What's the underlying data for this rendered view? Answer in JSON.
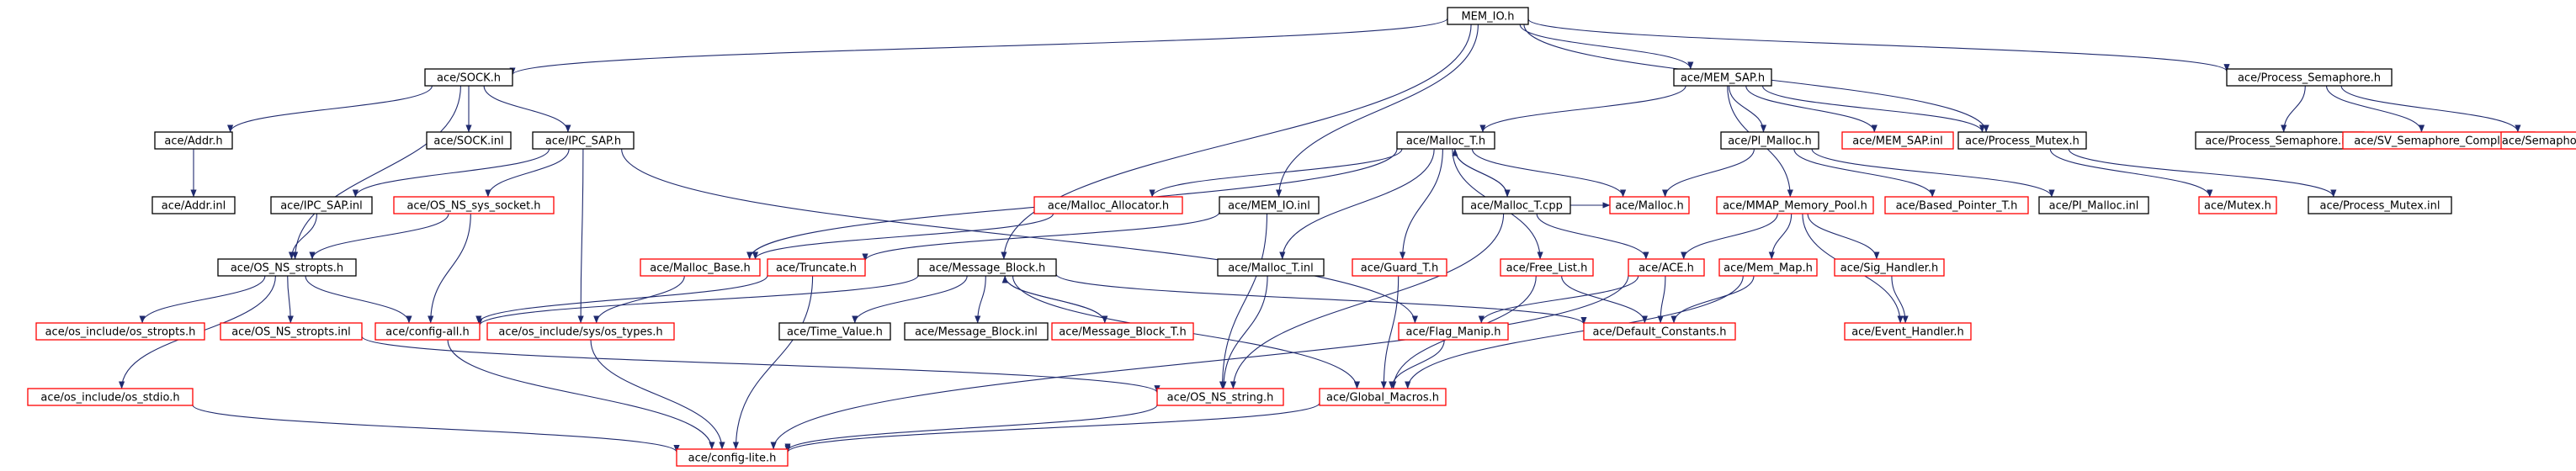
{
  "diagram": {
    "colors": {
      "edge": "#1f2a6e",
      "root_fill": "#bfbfbf",
      "doc_border": "#000000",
      "undoc_border": "#ff0000"
    },
    "nodes": [
      {
        "id": "mem_io_h",
        "label": "MEM_IO.h",
        "kind": "root"
      },
      {
        "id": "sock_h",
        "label": "ace/SOCK.h",
        "kind": "doc"
      },
      {
        "id": "mem_sap_h",
        "label": "ace/MEM_SAP.h",
        "kind": "doc"
      },
      {
        "id": "proc_sema_h",
        "label": "ace/Process_Semaphore.h",
        "kind": "doc"
      },
      {
        "id": "addr_h",
        "label": "ace/Addr.h",
        "kind": "doc"
      },
      {
        "id": "sock_inl",
        "label": "ace/SOCK.inl",
        "kind": "doc"
      },
      {
        "id": "ipc_sap_h",
        "label": "ace/IPC_SAP.h",
        "kind": "doc"
      },
      {
        "id": "malloc_t_h",
        "label": "ace/Malloc_T.h",
        "kind": "doc"
      },
      {
        "id": "pi_malloc_h",
        "label": "ace/PI_Malloc.h",
        "kind": "doc"
      },
      {
        "id": "mem_sap_inl",
        "label": "ace/MEM_SAP.inl",
        "kind": "undoc"
      },
      {
        "id": "proc_mutex_h",
        "label": "ace/Process_Mutex.h",
        "kind": "doc"
      },
      {
        "id": "proc_sema_inl",
        "label": "ace/Process_Semaphore.inl",
        "kind": "doc"
      },
      {
        "id": "sv_sema_h",
        "label": "ace/SV_Semaphore_Complex.h",
        "kind": "undoc"
      },
      {
        "id": "semaphore_h",
        "label": "ace/Semaphore.h",
        "kind": "undoc"
      },
      {
        "id": "addr_inl",
        "label": "ace/Addr.inl",
        "kind": "doc"
      },
      {
        "id": "ipc_sap_inl",
        "label": "ace/IPC_SAP.inl",
        "kind": "doc"
      },
      {
        "id": "os_ns_sys_socket_h",
        "label": "ace/OS_NS_sys_socket.h",
        "kind": "undoc"
      },
      {
        "id": "malloc_allocator_h",
        "label": "ace/Malloc_Allocator.h",
        "kind": "undoc"
      },
      {
        "id": "mem_io_inl",
        "label": "ace/MEM_IO.inl",
        "kind": "doc"
      },
      {
        "id": "malloc_t_cpp",
        "label": "ace/Malloc_T.cpp",
        "kind": "doc"
      },
      {
        "id": "malloc_h",
        "label": "ace/Malloc.h",
        "kind": "undoc"
      },
      {
        "id": "mmap_pool_h",
        "label": "ace/MMAP_Memory_Pool.h",
        "kind": "undoc"
      },
      {
        "id": "based_ptr_h",
        "label": "ace/Based_Pointer_T.h",
        "kind": "undoc"
      },
      {
        "id": "pi_malloc_inl",
        "label": "ace/PI_Malloc.inl",
        "kind": "doc"
      },
      {
        "id": "mutex_h",
        "label": "ace/Mutex.h",
        "kind": "undoc"
      },
      {
        "id": "proc_mutex_inl",
        "label": "ace/Process_Mutex.inl",
        "kind": "doc"
      },
      {
        "id": "os_ns_stropts_h",
        "label": "ace/OS_NS_stropts.h",
        "kind": "doc"
      },
      {
        "id": "malloc_base_h",
        "label": "ace/Malloc_Base.h",
        "kind": "undoc"
      },
      {
        "id": "truncate_h",
        "label": "ace/Truncate.h",
        "kind": "undoc"
      },
      {
        "id": "message_block_h",
        "label": "ace/Message_Block.h",
        "kind": "doc"
      },
      {
        "id": "malloc_t_inl",
        "label": "ace/Malloc_T.inl",
        "kind": "doc"
      },
      {
        "id": "guard_t_h",
        "label": "ace/Guard_T.h",
        "kind": "undoc"
      },
      {
        "id": "free_list_h",
        "label": "ace/Free_List.h",
        "kind": "undoc"
      },
      {
        "id": "ace_h",
        "label": "ace/ACE.h",
        "kind": "undoc"
      },
      {
        "id": "mem_map_h",
        "label": "ace/Mem_Map.h",
        "kind": "undoc"
      },
      {
        "id": "sig_handler_h",
        "label": "ace/Sig_Handler.h",
        "kind": "undoc"
      },
      {
        "id": "os_include_os_stropts_h",
        "label": "ace/os_include/os_stropts.h",
        "kind": "undoc"
      },
      {
        "id": "os_ns_stropts_inl",
        "label": "ace/OS_NS_stropts.inl",
        "kind": "undoc"
      },
      {
        "id": "config_all_h",
        "label": "ace/config-all.h",
        "kind": "undoc"
      },
      {
        "id": "os_include_sys_types_h",
        "label": "ace/os_include/sys/os_types.h",
        "kind": "undoc"
      },
      {
        "id": "time_value_h",
        "label": "ace/Time_Value.h",
        "kind": "doc"
      },
      {
        "id": "message_block_inl",
        "label": "ace/Message_Block.inl",
        "kind": "doc"
      },
      {
        "id": "message_block_t_h",
        "label": "ace/Message_Block_T.h",
        "kind": "undoc"
      },
      {
        "id": "flag_manip_h",
        "label": "ace/Flag_Manip.h",
        "kind": "undoc"
      },
      {
        "id": "default_constants_h",
        "label": "ace/Default_Constants.h",
        "kind": "undoc"
      },
      {
        "id": "event_handler_h",
        "label": "ace/Event_Handler.h",
        "kind": "undoc"
      },
      {
        "id": "os_include_os_stdio_h",
        "label": "ace/os_include/os_stdio.h",
        "kind": "undoc"
      },
      {
        "id": "os_ns_string_h",
        "label": "ace/OS_NS_string.h",
        "kind": "undoc"
      },
      {
        "id": "global_macros_h",
        "label": "ace/Global_Macros.h",
        "kind": "undoc"
      },
      {
        "id": "config_lite_h",
        "label": "ace/config-lite.h",
        "kind": "undoc"
      }
    ],
    "edges": [
      [
        "mem_io_h",
        "sock_h"
      ],
      [
        "mem_io_h",
        "mem_sap_h"
      ],
      [
        "mem_io_h",
        "proc_sema_h"
      ],
      [
        "mem_io_h",
        "mem_io_inl"
      ],
      [
        "mem_io_h",
        "message_block_h"
      ],
      [
        "mem_io_h",
        "proc_mutex_h"
      ],
      [
        "sock_h",
        "addr_h"
      ],
      [
        "sock_h",
        "sock_inl"
      ],
      [
        "sock_h",
        "ipc_sap_h"
      ],
      [
        "sock_h",
        "os_ns_stropts_h"
      ],
      [
        "addr_h",
        "addr_inl"
      ],
      [
        "ipc_sap_h",
        "ipc_sap_inl"
      ],
      [
        "ipc_sap_h",
        "os_ns_sys_socket_h"
      ],
      [
        "ipc_sap_h",
        "os_include_sys_types_h"
      ],
      [
        "ipc_sap_h",
        "flag_manip_h"
      ],
      [
        "ipc_sap_inl",
        "os_ns_stropts_h"
      ],
      [
        "os_ns_sys_socket_h",
        "os_ns_stropts_h"
      ],
      [
        "os_ns_sys_socket_h",
        "config_all_h"
      ],
      [
        "mem_sap_h",
        "malloc_t_h"
      ],
      [
        "mem_sap_h",
        "pi_malloc_h"
      ],
      [
        "mem_sap_h",
        "mem_sap_inl"
      ],
      [
        "mem_sap_h",
        "proc_mutex_h"
      ],
      [
        "mem_sap_h",
        "mmap_pool_h"
      ],
      [
        "proc_sema_h",
        "proc_sema_inl"
      ],
      [
        "proc_sema_h",
        "sv_sema_h"
      ],
      [
        "proc_sema_h",
        "semaphore_h"
      ],
      [
        "malloc_t_h",
        "malloc_allocator_h"
      ],
      [
        "malloc_t_h",
        "malloc_t_cpp"
      ],
      [
        "malloc_t_h",
        "malloc_h"
      ],
      [
        "malloc_t_h",
        "malloc_t_inl"
      ],
      [
        "malloc_t_h",
        "guard_t_h"
      ],
      [
        "malloc_t_h",
        "free_list_h"
      ],
      [
        "malloc_t_h",
        "malloc_base_h"
      ],
      [
        "malloc_t_cpp",
        "malloc_t_h"
      ],
      [
        "malloc_t_cpp",
        "malloc_h"
      ],
      [
        "malloc_t_cpp",
        "ace_h"
      ],
      [
        "malloc_t_cpp",
        "os_ns_string_h"
      ],
      [
        "pi_malloc_h",
        "malloc_h"
      ],
      [
        "pi_malloc_h",
        "based_ptr_h"
      ],
      [
        "pi_malloc_h",
        "pi_malloc_inl"
      ],
      [
        "proc_mutex_h",
        "mutex_h"
      ],
      [
        "proc_mutex_h",
        "proc_mutex_inl"
      ],
      [
        "mmap_pool_h",
        "ace_h"
      ],
      [
        "mmap_pool_h",
        "mem_map_h"
      ],
      [
        "mmap_pool_h",
        "sig_handler_h"
      ],
      [
        "mmap_pool_h",
        "event_handler_h"
      ],
      [
        "malloc_allocator_h",
        "malloc_base_h"
      ],
      [
        "mem_io_inl",
        "truncate_h"
      ],
      [
        "mem_io_inl",
        "os_ns_string_h"
      ],
      [
        "malloc_base_h",
        "os_include_sys_types_h"
      ],
      [
        "truncate_h",
        "config_all_h"
      ],
      [
        "truncate_h",
        "config_lite_h"
      ],
      [
        "os_ns_stropts_h",
        "os_include_os_stropts_h"
      ],
      [
        "os_ns_stropts_h",
        "os_ns_stropts_inl"
      ],
      [
        "os_ns_stropts_h",
        "config_all_h"
      ],
      [
        "os_ns_stropts_h",
        "os_include_os_stdio_h"
      ],
      [
        "message_block_h",
        "time_value_h"
      ],
      [
        "message_block_h",
        "message_block_inl"
      ],
      [
        "message_block_h",
        "message_block_t_h"
      ],
      [
        "message_block_h",
        "default_constants_h"
      ],
      [
        "message_block_h",
        "global_macros_h"
      ],
      [
        "message_block_h",
        "config_all_h"
      ],
      [
        "message_block_t_h",
        "message_block_h"
      ],
      [
        "malloc_t_inl",
        "os_ns_string_h"
      ],
      [
        "guard_t_h",
        "global_macros_h"
      ],
      [
        "free_list_h",
        "default_constants_h"
      ],
      [
        "free_list_h",
        "global_macros_h"
      ],
      [
        "ace_h",
        "flag_manip_h"
      ],
      [
        "ace_h",
        "default_constants_h"
      ],
      [
        "ace_h",
        "config_lite_h"
      ],
      [
        "mem_map_h",
        "default_constants_h"
      ],
      [
        "mem_map_h",
        "global_macros_h"
      ],
      [
        "sig_handler_h",
        "event_handler_h"
      ],
      [
        "flag_manip_h",
        "global_macros_h"
      ],
      [
        "os_ns_stropts_inl",
        "os_ns_string_h"
      ],
      [
        "config_all_h",
        "config_lite_h"
      ],
      [
        "os_include_sys_types_h",
        "config_lite_h"
      ],
      [
        "os_include_os_stdio_h",
        "config_lite_h"
      ],
      [
        "os_ns_string_h",
        "config_lite_h"
      ],
      [
        "global_macros_h",
        "config_lite_h"
      ]
    ]
  }
}
